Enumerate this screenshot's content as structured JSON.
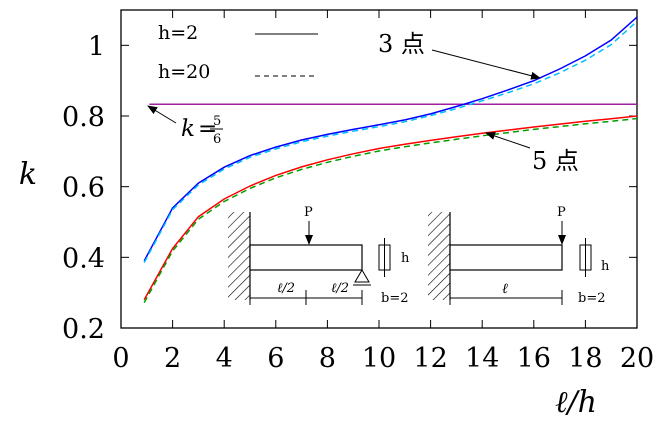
{
  "chart_data": {
    "type": "line",
    "title": "",
    "xlabel": "ℓ/h",
    "ylabel": "k",
    "xlim": [
      0,
      20
    ],
    "ylim": [
      0.2,
      1.1
    ],
    "xticks": [
      "0",
      "2",
      "4",
      "6",
      "8",
      "10",
      "12",
      "14",
      "16",
      "18",
      "20"
    ],
    "yticks": [
      "0.2",
      "0.4",
      "0.6",
      "0.8",
      "1"
    ],
    "grid": false,
    "legend_placement": "top-left",
    "legend": [
      {
        "label": "h=2",
        "style": "solid"
      },
      {
        "label": "h=20",
        "style": "dashed"
      }
    ],
    "reference_line": {
      "label": "k = 5/6",
      "value": 0.8333,
      "color": "#a020a0"
    },
    "series": [
      {
        "name": "3 点",
        "color": "#0000ff",
        "style": "solid",
        "x": [
          0.9,
          2,
          3,
          4,
          5,
          6,
          7,
          8,
          9,
          10,
          11,
          12,
          13,
          14,
          15,
          16,
          17,
          18,
          19,
          20
        ],
        "y": [
          0.39,
          0.54,
          0.61,
          0.655,
          0.688,
          0.712,
          0.732,
          0.748,
          0.762,
          0.775,
          0.789,
          0.806,
          0.827,
          0.849,
          0.874,
          0.9,
          0.933,
          0.97,
          1.015,
          1.08
        ]
      },
      {
        "name": "3 点",
        "color": "#00bfff",
        "style": "dashed",
        "x": [
          0.9,
          2,
          3,
          4,
          5,
          6,
          7,
          8,
          9,
          10,
          11,
          12,
          13,
          14,
          15,
          16,
          17,
          18,
          19,
          20
        ],
        "y": [
          0.385,
          0.535,
          0.605,
          0.65,
          0.683,
          0.707,
          0.727,
          0.743,
          0.757,
          0.77,
          0.784,
          0.801,
          0.821,
          0.843,
          0.866,
          0.891,
          0.922,
          0.958,
          1.002,
          1.068
        ]
      },
      {
        "name": "5 点",
        "color": "#ff0000",
        "style": "solid",
        "x": [
          0.9,
          2,
          3,
          4,
          5,
          6,
          7,
          8,
          9,
          10,
          11,
          12,
          13,
          14,
          15,
          16,
          17,
          18,
          19,
          20
        ],
        "y": [
          0.28,
          0.425,
          0.515,
          0.565,
          0.602,
          0.632,
          0.656,
          0.676,
          0.693,
          0.708,
          0.72,
          0.731,
          0.741,
          0.751,
          0.76,
          0.769,
          0.777,
          0.785,
          0.792,
          0.8
        ]
      },
      {
        "name": "5 点",
        "color": "#00a000",
        "style": "dashed",
        "x": [
          0.9,
          2,
          3,
          4,
          5,
          6,
          7,
          8,
          9,
          10,
          11,
          12,
          13,
          14,
          15,
          16,
          17,
          18,
          19,
          20
        ],
        "y": [
          0.272,
          0.418,
          0.508,
          0.558,
          0.595,
          0.625,
          0.649,
          0.669,
          0.686,
          0.701,
          0.713,
          0.724,
          0.734,
          0.744,
          0.753,
          0.762,
          0.77,
          0.778,
          0.785,
          0.793
        ]
      }
    ],
    "annotations": {
      "three_point": "3 点",
      "five_point": "5 点"
    },
    "insets": [
      {
        "load": "P",
        "span_half_1": "ℓ/2",
        "span_half_2": "ℓ/2",
        "height": "h",
        "width": "b=2"
      },
      {
        "load": "P",
        "span": "ℓ",
        "height": "h",
        "width": "b=2"
      }
    ]
  }
}
